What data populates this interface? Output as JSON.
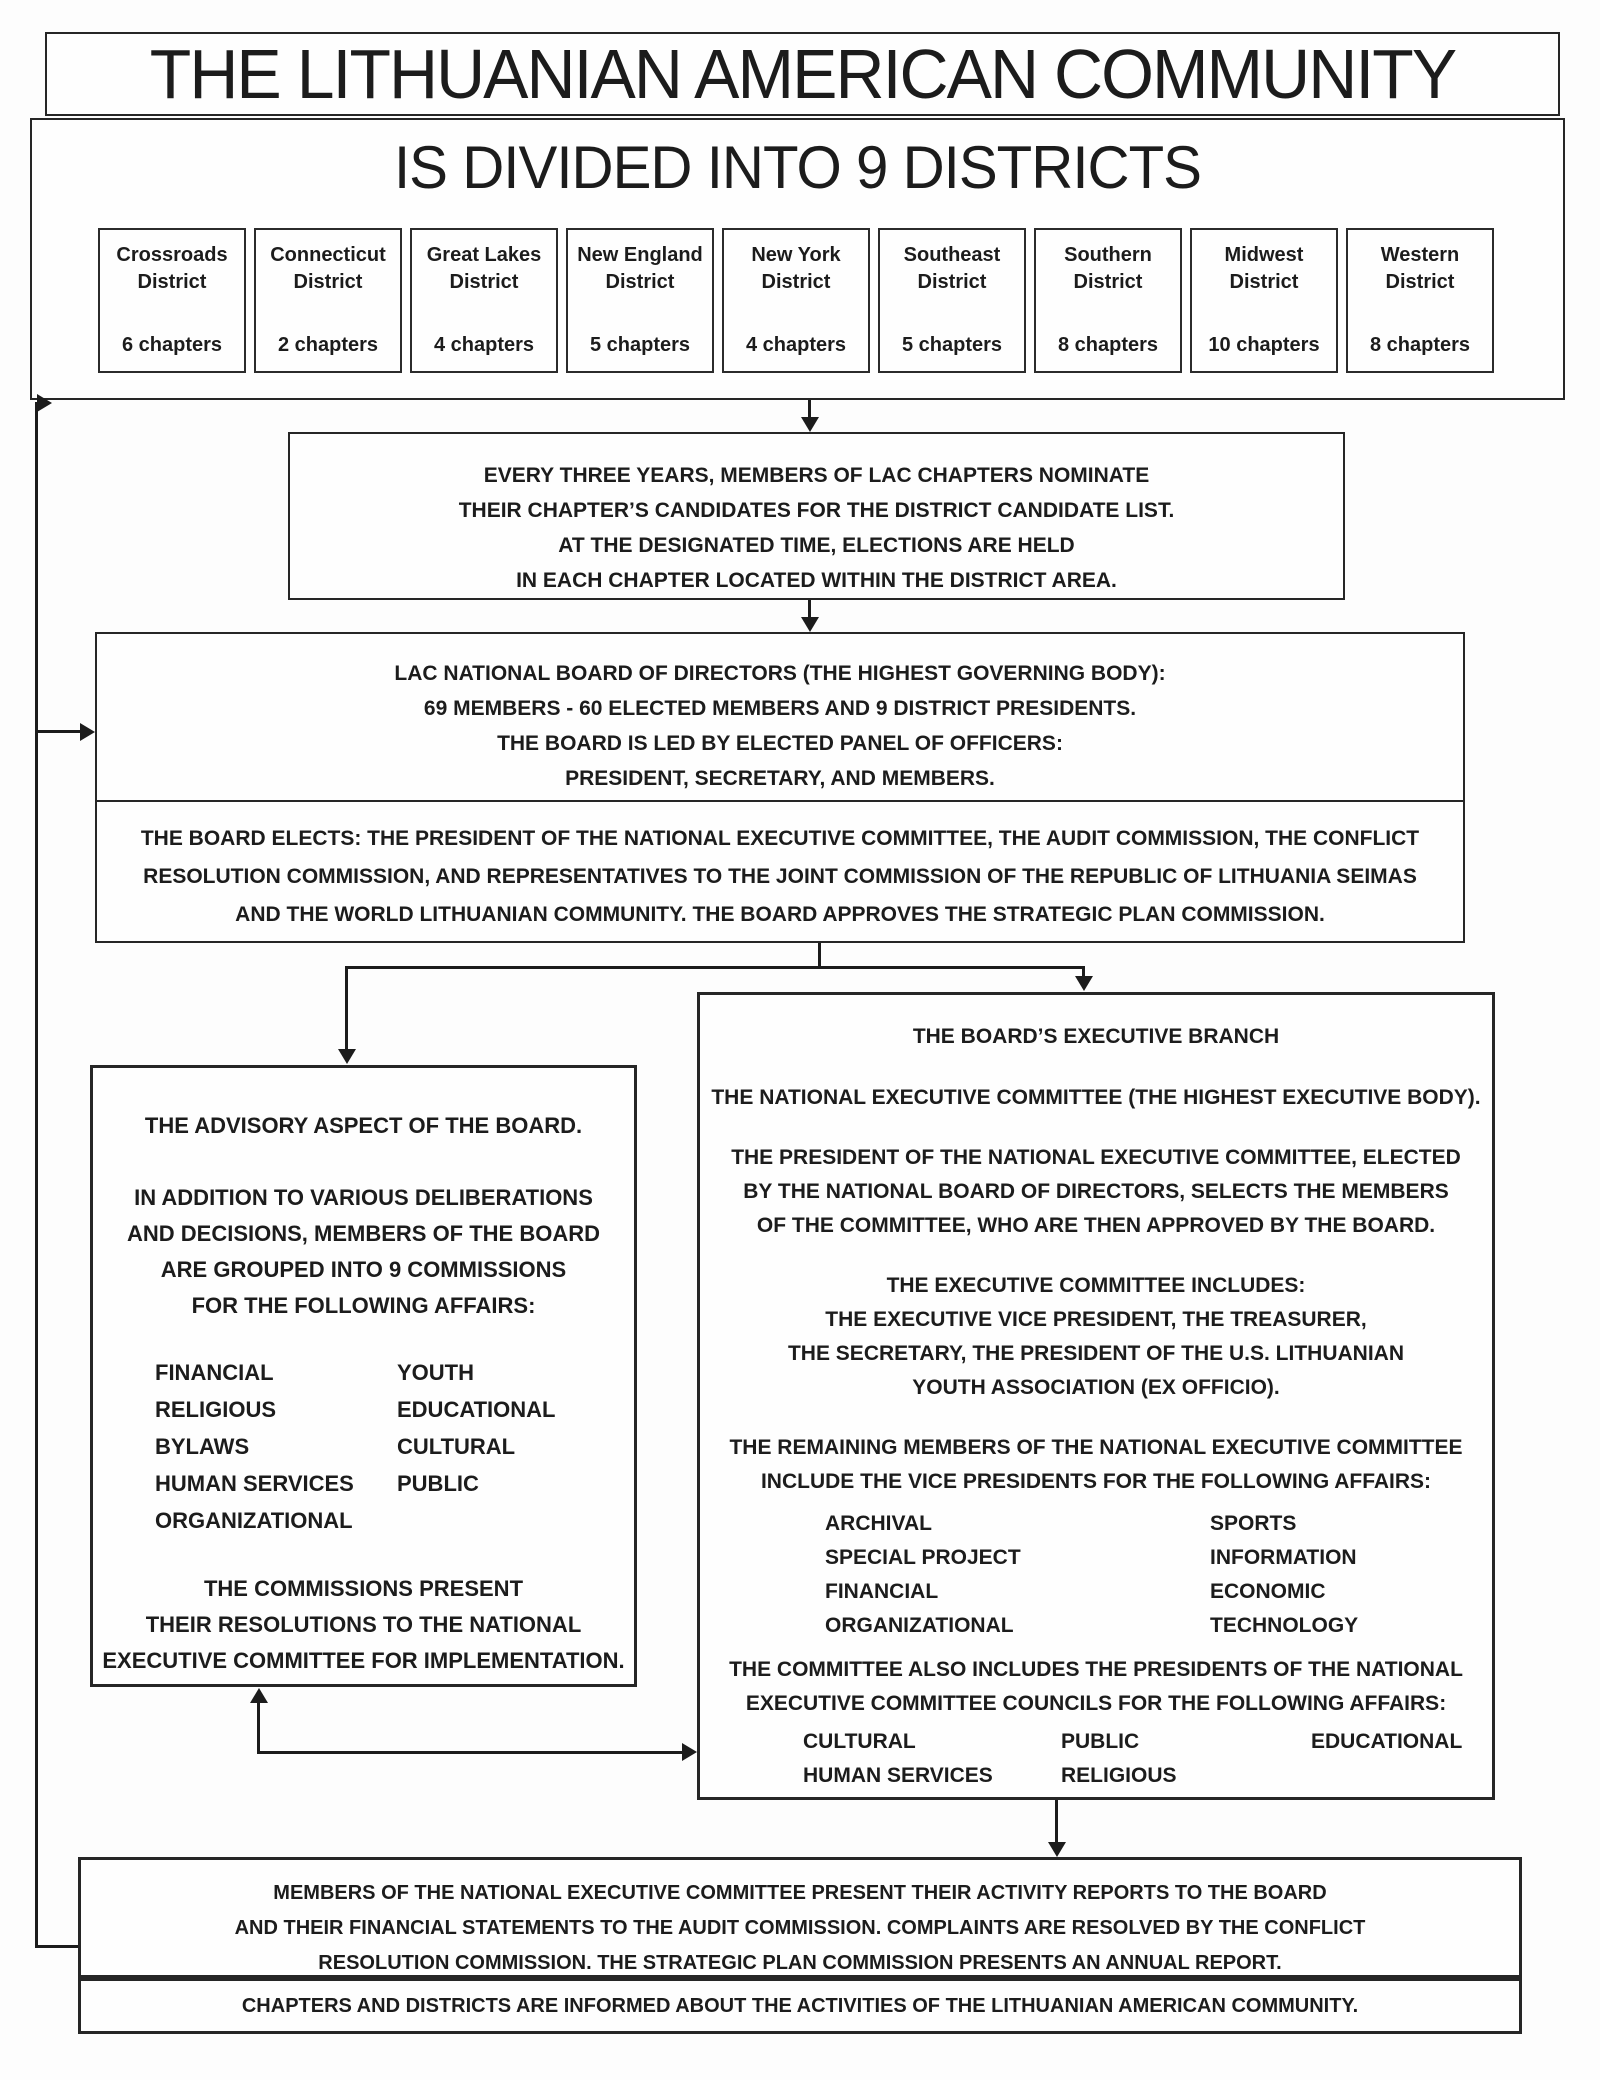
{
  "title_line1": "THE LITHUANIAN AMERICAN COMMUNITY",
  "title_line2": "IS DIVIDED INTO 9 DISTRICTS",
  "districts": [
    {
      "name": "Crossroads\nDistrict",
      "chapters": "6 chapters"
    },
    {
      "name": "Connecticut\nDistrict",
      "chapters": "2 chapters"
    },
    {
      "name": "Great Lakes\nDistrict",
      "chapters": "4 chapters"
    },
    {
      "name": "New England\nDistrict",
      "chapters": "5 chapters"
    },
    {
      "name": "New York\nDistrict",
      "chapters": "4 chapters"
    },
    {
      "name": "Southeast\nDistrict",
      "chapters": "5 chapters"
    },
    {
      "name": "Southern\nDistrict",
      "chapters": "8 chapters"
    },
    {
      "name": "Midwest\nDistrict",
      "chapters": "10 chapters"
    },
    {
      "name": "Western\nDistrict",
      "chapters": "8 chapters"
    }
  ],
  "election_box": "EVERY THREE YEARS, MEMBERS OF LAC CHAPTERS NOMINATE\nTHEIR CHAPTER’S CANDIDATES FOR THE DISTRICT CANDIDATE LIST.\nAT THE DESIGNATED TIME, ELECTIONS ARE HELD\nIN EACH CHAPTER LOCATED WITHIN THE DISTRICT AREA.",
  "board_box": {
    "top": "LAC NATIONAL BOARD OF DIRECTORS (THE HIGHEST GOVERNING BODY):\n69 MEMBERS - 60 ELECTED MEMBERS AND 9 DISTRICT PRESIDENTS.\nTHE BOARD IS LED BY ELECTED PANEL OF OFFICERS:\nPRESIDENT, SECRETARY, AND MEMBERS.",
    "bottom": "THE BOARD ELECTS: THE PRESIDENT OF THE NATIONAL EXECUTIVE COMMITTEE, THE AUDIT COMMISSION, THE CONFLICT\nRESOLUTION COMMISSION, AND REPRESENTATIVES TO THE JOINT COMMISSION OF THE REPUBLIC OF LITHUANIA SEIMAS\nAND THE WORLD LITHUANIAN COMMUNITY. THE BOARD APPROVES THE STRATEGIC PLAN COMMISSION."
  },
  "advisory_box": {
    "title": "THE ADVISORY ASPECT OF THE BOARD.",
    "intro": "IN ADDITION TO VARIOUS DELIBERATIONS\nAND DECISIONS, MEMBERS OF THE BOARD\nARE GROUPED INTO 9 COMMISSIONS\nFOR THE FOLLOWING AFFAIRS:",
    "commissions_col1": [
      "FINANCIAL",
      "RELIGIOUS",
      "BYLAWS",
      "HUMAN SERVICES",
      "ORGANIZATIONAL"
    ],
    "commissions_col2": [
      "YOUTH",
      "EDUCATIONAL",
      "CULTURAL",
      "PUBLIC"
    ],
    "outro": "THE COMMISSIONS PRESENT\nTHEIR RESOLUTIONS TO THE NATIONAL\nEXECUTIVE COMMITTEE FOR IMPLEMENTATION."
  },
  "executive_box": {
    "title": "THE BOARD’S EXECUTIVE BRANCH",
    "line1": "THE NATIONAL EXECUTIVE COMMITTEE (THE HIGHEST EXECUTIVE BODY).",
    "para1": "THE PRESIDENT OF THE NATIONAL EXECUTIVE COMMITTEE, ELECTED\nBY THE NATIONAL BOARD OF DIRECTORS, SELECTS THE MEMBERS\nOF THE COMMITTEE, WHO ARE THEN APPROVED BY THE BOARD.",
    "para2": "THE EXECUTIVE COMMITTEE INCLUDES:\nTHE EXECUTIVE VICE PRESIDENT, THE TREASURER,\nTHE SECRETARY, THE PRESIDENT OF THE U.S. LITHUANIAN\nYOUTH ASSOCIATION (EX OFFICIO).",
    "para3": "THE REMAINING MEMBERS OF THE NATIONAL EXECUTIVE COMMITTEE\nINCLUDE THE VICE PRESIDENTS FOR THE FOLLOWING AFFAIRS:",
    "vp_col1": [
      "ARCHIVAL",
      "SPECIAL PROJECT",
      "FINANCIAL",
      "ORGANIZATIONAL"
    ],
    "vp_col2": [
      "SPORTS",
      "INFORMATION",
      "ECONOMIC",
      "TECHNOLOGY"
    ],
    "para4": "THE COMMITTEE ALSO INCLUDES THE PRESIDENTS OF THE NATIONAL\nEXECUTIVE COMMITTEE COUNCILS FOR THE FOLLOWING AFFAIRS:",
    "council_col1": [
      "CULTURAL",
      "HUMAN SERVICES"
    ],
    "council_col2": [
      "PUBLIC",
      "RELIGIOUS"
    ],
    "council_col3": [
      "EDUCATIONAL"
    ]
  },
  "reports_box": "MEMBERS OF THE NATIONAL EXECUTIVE COMMITTEE PRESENT THEIR ACTIVITY REPORTS TO THE BOARD\nAND THEIR FINANCIAL STATEMENTS TO THE AUDIT COMMISSION. COMPLAINTS ARE RESOLVED BY THE CONFLICT\nRESOLUTION COMMISSION. THE STRATEGIC PLAN COMMISSION PRESENTS AN ANNUAL REPORT.",
  "informed_box": "CHAPTERS AND DISTRICTS ARE INFORMED ABOUT THE ACTIVITIES OF THE LITHUANIAN AMERICAN COMMUNITY.",
  "colors": {
    "line": "#1c1c1c",
    "background": "#fdfdfd"
  }
}
